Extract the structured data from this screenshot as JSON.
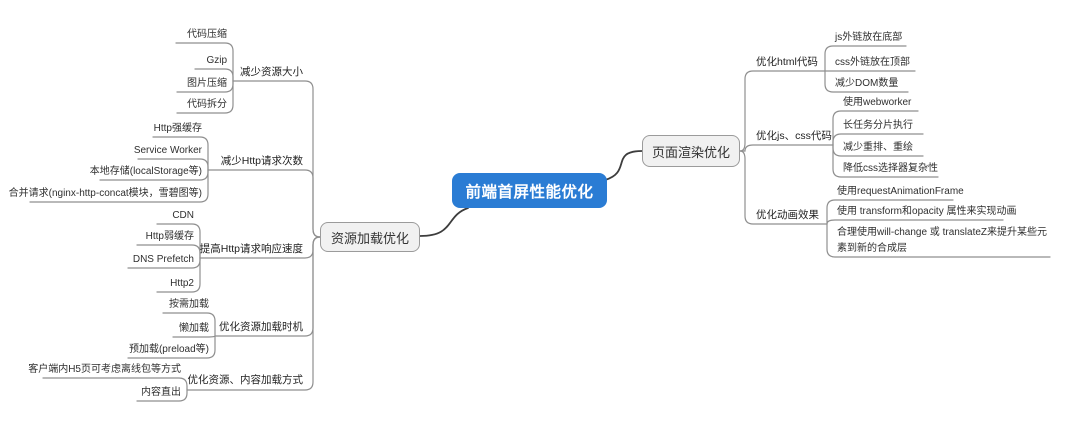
{
  "root": {
    "label": "前端首屏性能优化"
  },
  "left": {
    "node": "资源加载优化",
    "groups": [
      {
        "label": "减少资源大小",
        "leaves": [
          "代码压缩",
          "Gzip",
          "图片压缩",
          "代码拆分"
        ]
      },
      {
        "label": "减少Http请求次数",
        "leaves": [
          "Http强缓存",
          "Service Worker",
          "本地存储(localStorage等)",
          "合并请求(nginx-http-concat模块，雪碧图等)"
        ]
      },
      {
        "label": "提高Http请求响应速度",
        "leaves": [
          "CDN",
          "Http弱缓存",
          "DNS Prefetch",
          "Http2"
        ]
      },
      {
        "label": "优化资源加载时机",
        "leaves": [
          "按需加载",
          "懒加载",
          "预加载(preload等)"
        ]
      },
      {
        "label": "优化资源、内容加载方式",
        "leaves": [
          "客户端内H5页可考虑离线包等方式",
          "内容直出"
        ]
      }
    ]
  },
  "right": {
    "node": "页面渲染优化",
    "groups": [
      {
        "label": "优化html代码",
        "leaves": [
          "js外链放在底部",
          "css外链放在顶部",
          "减少DOM数量"
        ]
      },
      {
        "label": "优化js、css代码",
        "leaves": [
          "使用webworker",
          "长任务分片执行",
          "减少重排、重绘",
          "降低css选择器复杂性"
        ]
      },
      {
        "label": "优化动画效果",
        "leaves": [
          "使用requestAnimationFrame",
          "使用 transform和opacity 属性来实现动画",
          "合理使用will-change 或 translateZ来提升某些元素到新的合成层"
        ]
      }
    ]
  },
  "colors": {
    "root_bg": "#2a7cd4",
    "branch_node_bg": "#f1f1f1",
    "branch_node_border": "#9b9b9b",
    "line": "#8f8f8f",
    "main_line": "#3d3d3d",
    "text": "#2f2f2f"
  }
}
